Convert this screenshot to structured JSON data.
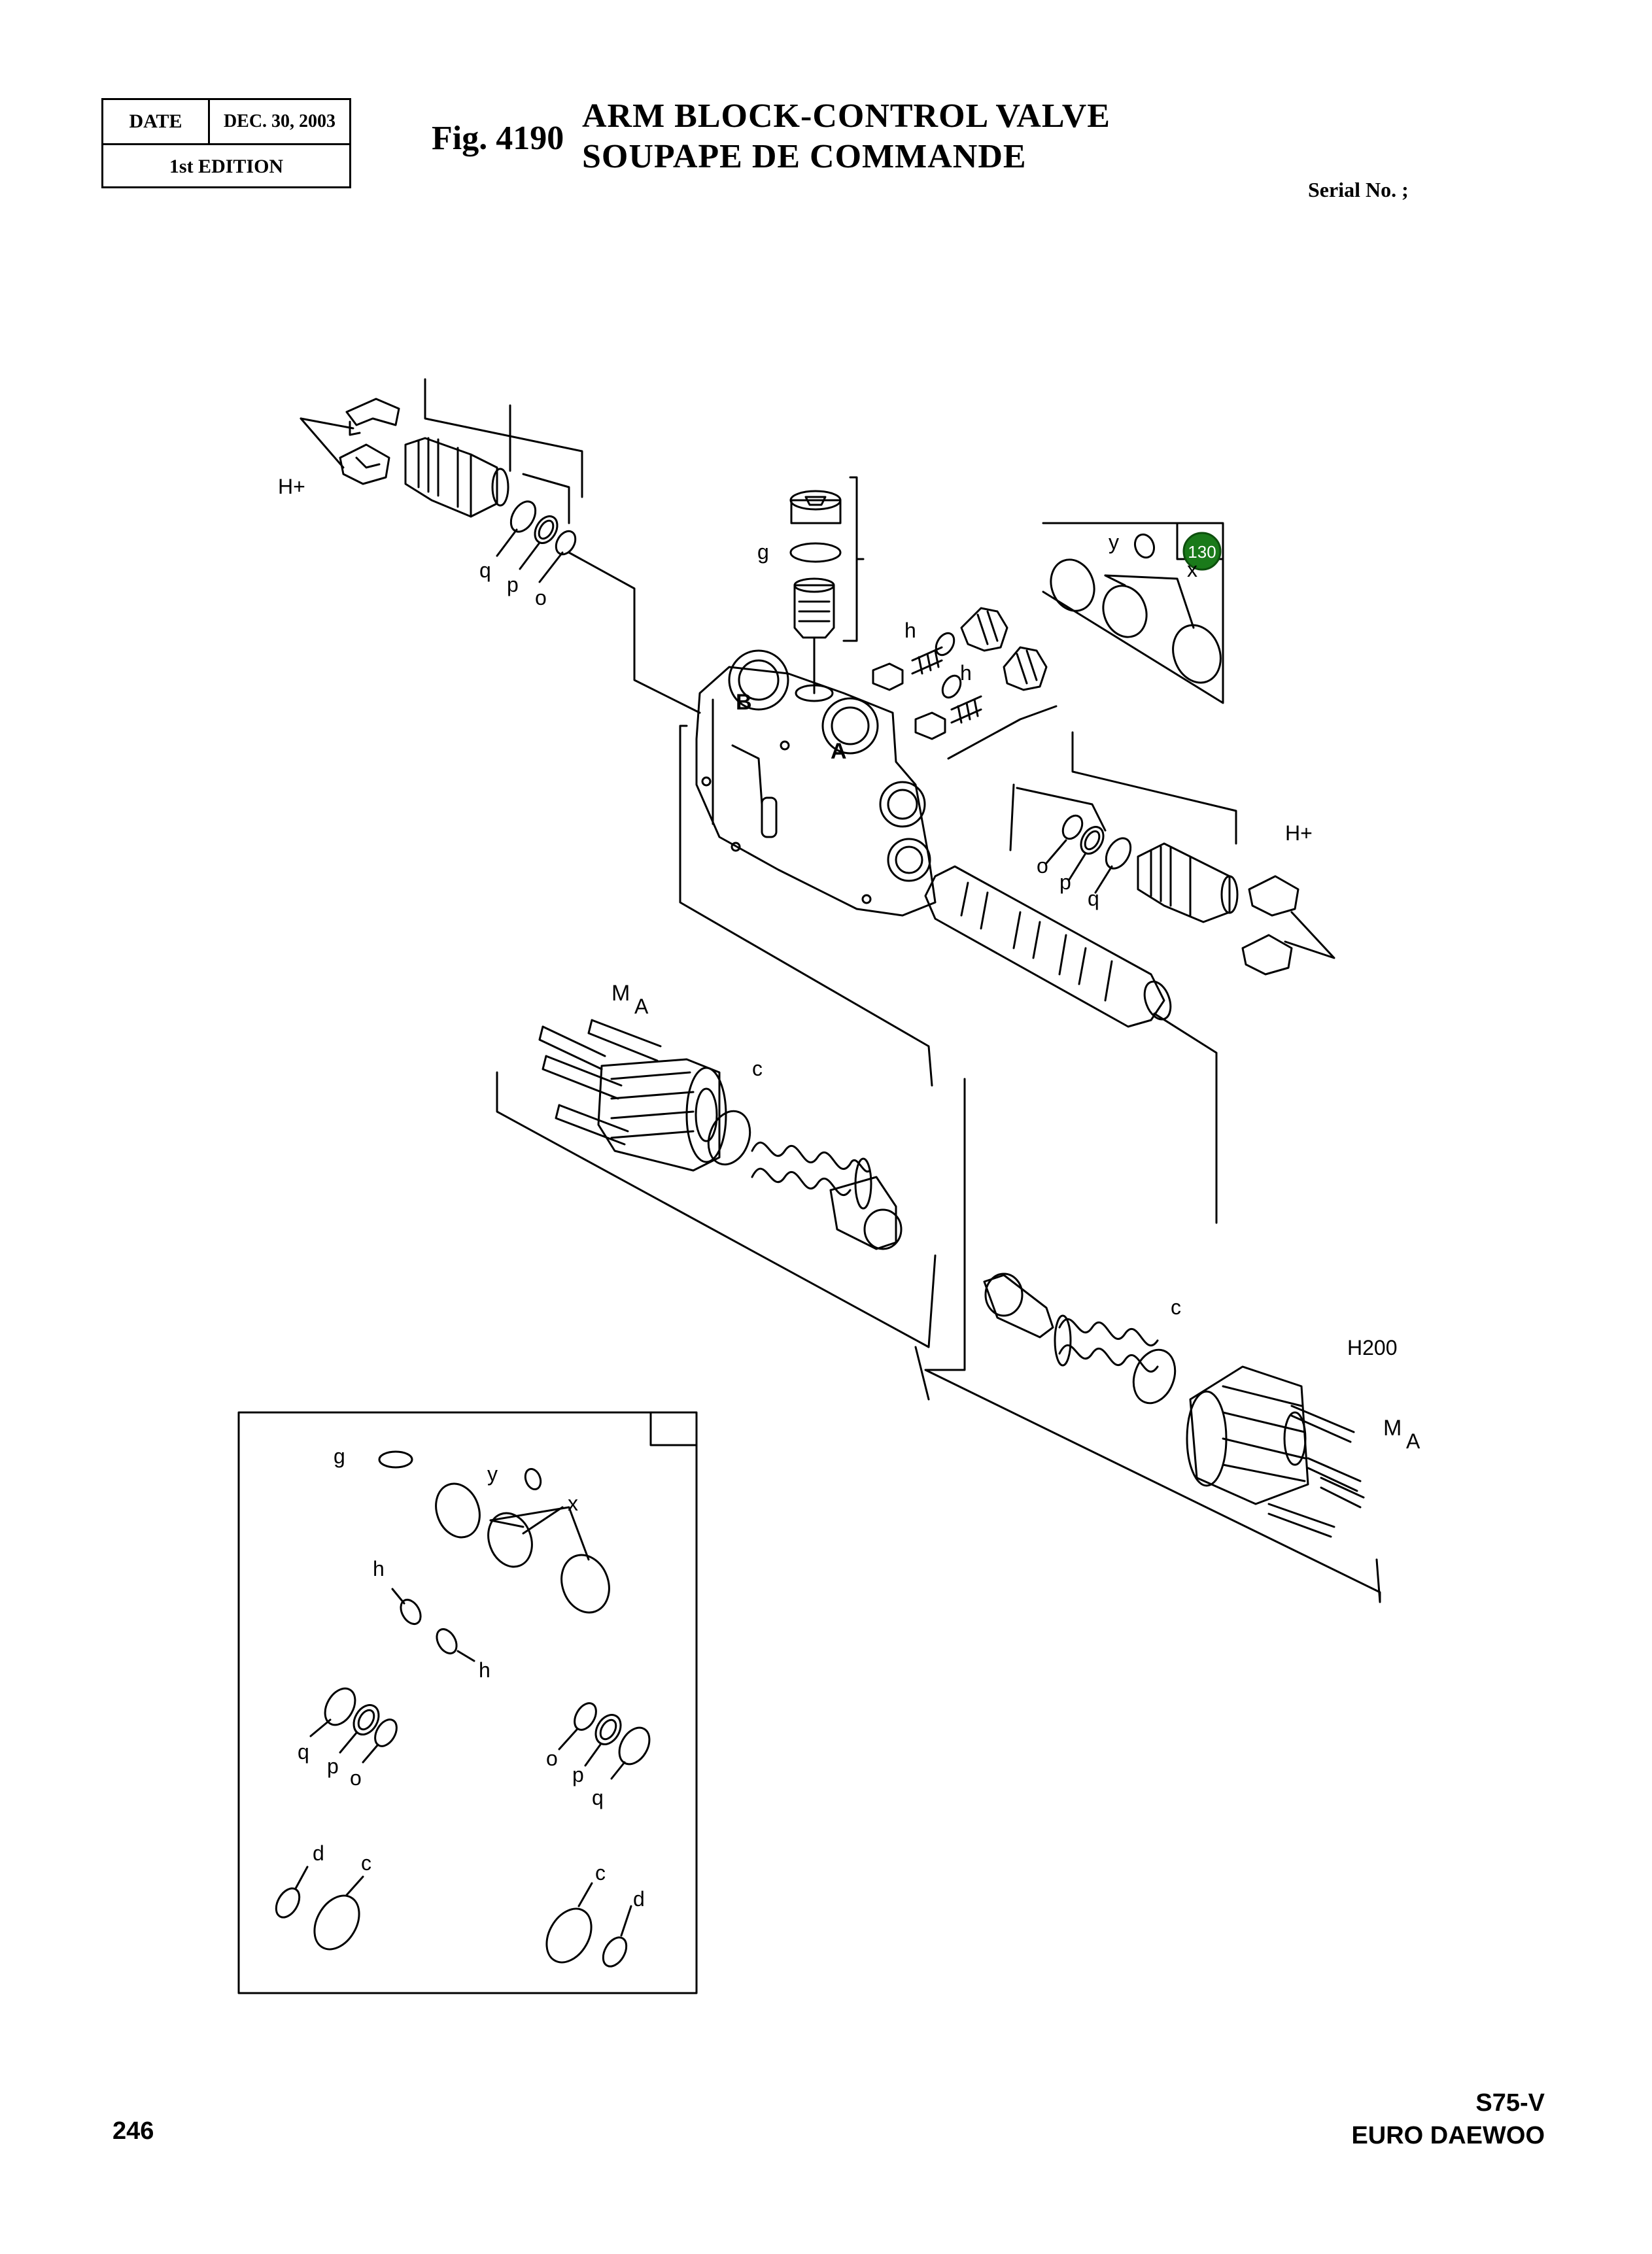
{
  "header": {
    "date_label": "DATE",
    "date_value": "DEC. 30, 2003",
    "edition": "1st EDITION",
    "fig_number": "Fig. 4190",
    "title_en": "ARM BLOCK-CONTROL VALVE",
    "title_fr": "SOUPAPE DE COMMANDE",
    "serial": "Serial No. ;"
  },
  "diagram": {
    "callout_badge": "130",
    "badge_color": "#1a7a1a",
    "port_b": "B",
    "port_a": "A",
    "labels": {
      "h_plus_left": "H+",
      "h_plus_right": "H+",
      "h200": "H200",
      "g": "g",
      "h": "h",
      "o": "o",
      "p": "p",
      "q": "q",
      "x": "x",
      "y": "y",
      "c": "c",
      "d": "d",
      "m": "M",
      "a": "A"
    }
  },
  "footer": {
    "page_number": "246",
    "model": "S75-V",
    "brand": "EURO DAEWOO"
  }
}
